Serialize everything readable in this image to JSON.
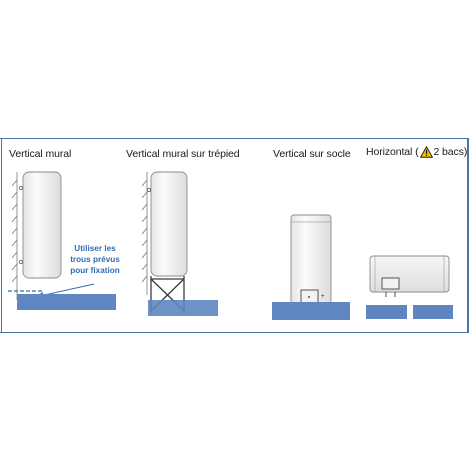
{
  "configurations": [
    {
      "label": "Vertical mural"
    },
    {
      "label": "Vertical mural sur trépied"
    },
    {
      "label": "Vertical sur socle"
    },
    {
      "label_prefix": "Horizontal (",
      "label_suffix": " 2 bacs)",
      "icon": "warning-icon"
    }
  ],
  "note": {
    "line1": "Utiliser les",
    "line2": "trous prévus",
    "line3": "pour fixation"
  },
  "colors": {
    "frame": "#4a73a8",
    "floor": "#5e86c0",
    "note_text": "#2f6eb4",
    "tank_outline": "#8b8b8b",
    "warning_fill": "#f2c300"
  }
}
